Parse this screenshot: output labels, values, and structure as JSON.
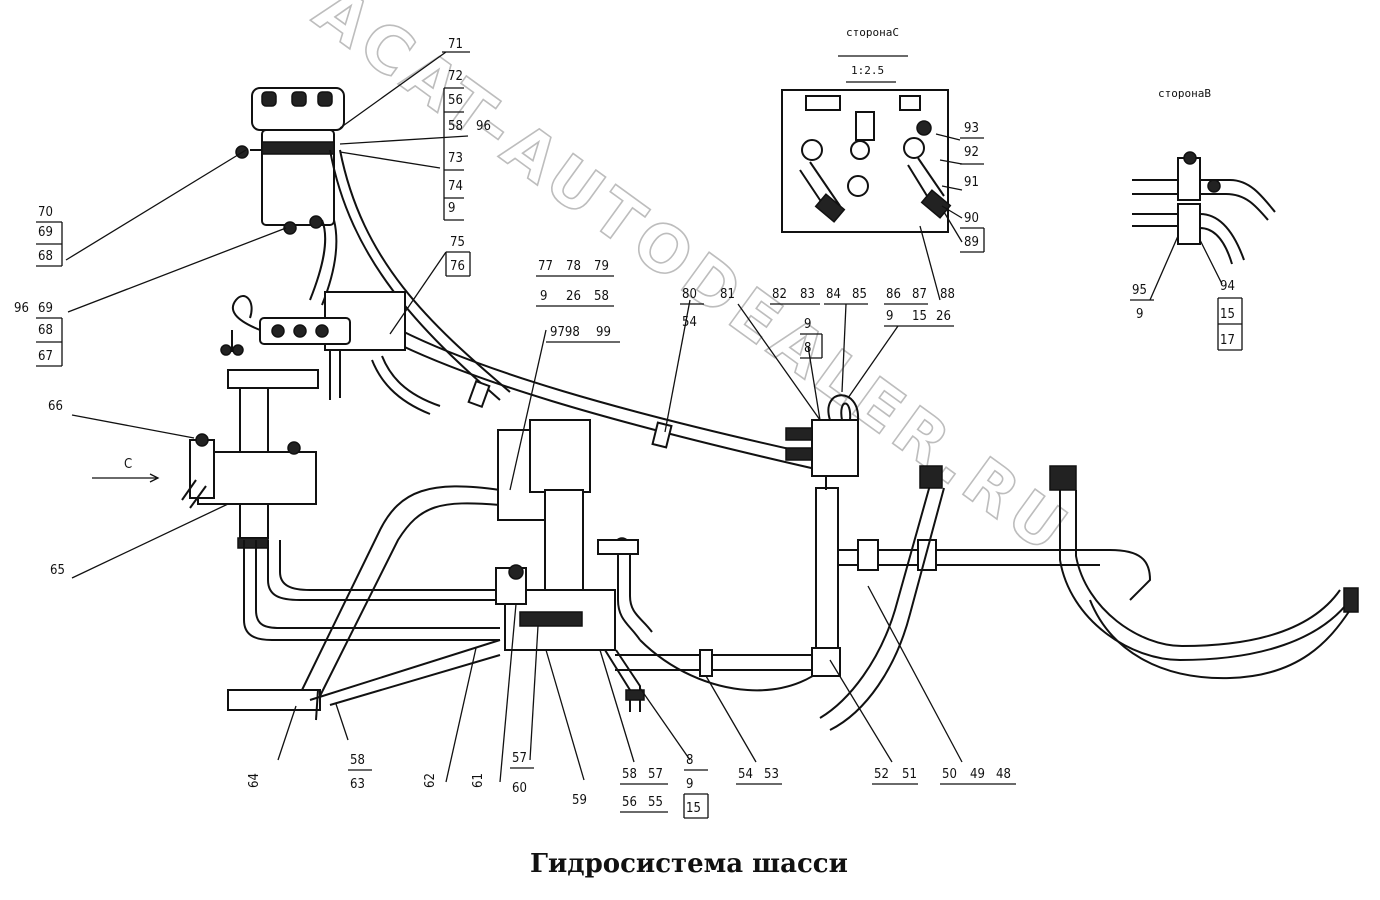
{
  "title": "Гидросистема шасси",
  "watermark": "ACAT-AUTODEALER.RU",
  "view_c": {
    "caption": "сторонаС",
    "scale": "1:2.5"
  },
  "view_b": {
    "caption": "сторонаВ"
  },
  "arrow_c_label": "C",
  "callouts": [
    "71",
    "72",
    "56",
    "58",
    "96",
    "73",
    "74",
    "9",
    "70",
    "69",
    "68",
    "96",
    "69",
    "68",
    "67",
    "75",
    "76",
    "77",
    "78",
    "79",
    "9",
    "26",
    "58",
    "9798",
    "99",
    "80",
    "54",
    "81",
    "82",
    "83",
    "9",
    "8",
    "84",
    "85",
    "86",
    "87",
    "9",
    "15",
    "26",
    "88",
    "93",
    "92",
    "91",
    "90",
    "89",
    "95",
    "9",
    "94",
    "15",
    "17",
    "66",
    "65",
    "64",
    "58",
    "63",
    "62",
    "61",
    "57",
    "60",
    "59",
    "58",
    "57",
    "56",
    "55",
    "8",
    "9",
    "15",
    "54",
    "53",
    "52",
    "51",
    "50",
    "49",
    "48"
  ]
}
